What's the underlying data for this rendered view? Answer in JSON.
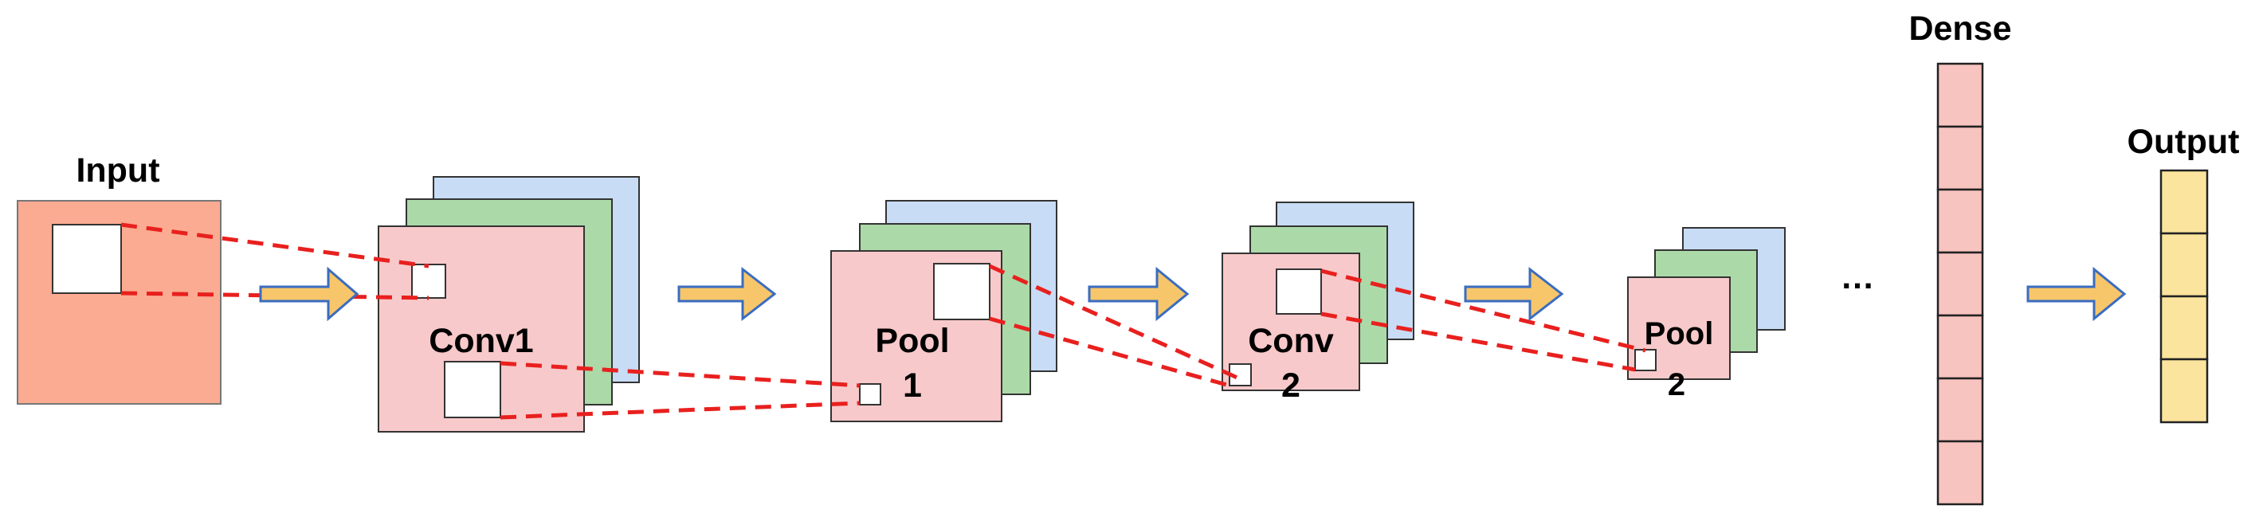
{
  "labels": {
    "input": "Input",
    "conv1": "Conv1",
    "pool1_line1": "Pool",
    "pool1_line2": "1",
    "conv2_line1": "Conv",
    "conv2_line2": "2",
    "pool2_line1": "Pool",
    "pool2_line2": "2",
    "ellipsis": "…",
    "dense": "Dense",
    "output": "Output"
  },
  "colors": {
    "input_fill": "#fbab91",
    "feature_pink": "#f8c9ca",
    "feature_green": "#acd9a8",
    "feature_blue": "#c8dcf6",
    "dense_cell": "#f8c4bf",
    "output_cell": "#fbe49d",
    "arrow_fill": "#f7c66a",
    "arrow_stroke": "#3a6cc0",
    "dashed_line": "#e8201e"
  },
  "dense_cells": 7,
  "output_cells": 4
}
